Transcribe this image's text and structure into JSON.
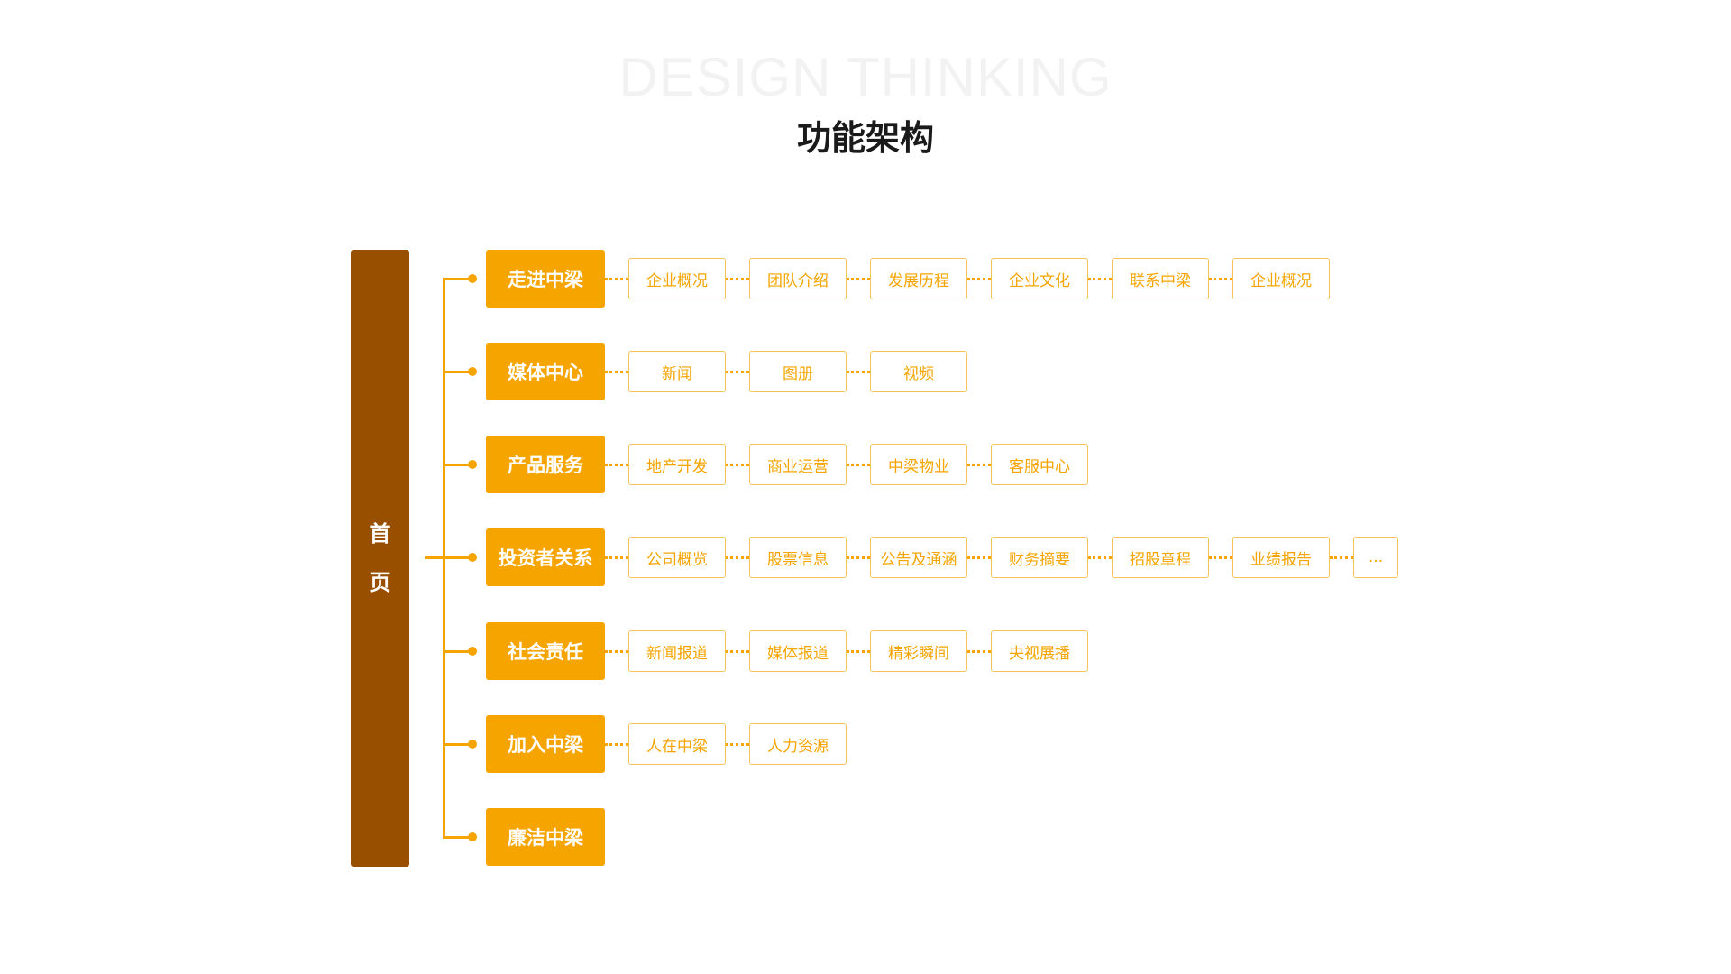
{
  "watermark": "DESIGN THINKING",
  "title": "功能架构",
  "home": [
    "首",
    "页"
  ],
  "colors": {
    "accent": "#f5a400",
    "home": "#994f00"
  },
  "categories": [
    {
      "label": "走进中梁",
      "items": [
        "企业概况",
        "团队介绍",
        "发展历程",
        "企业文化",
        "联系中梁",
        "企业概况"
      ]
    },
    {
      "label": "媒体中心",
      "items": [
        "新闻",
        "图册",
        "视频"
      ]
    },
    {
      "label": "产品服务",
      "items": [
        "地产开发",
        "商业运营",
        "中梁物业",
        "客服中心"
      ]
    },
    {
      "label": "投资者关系",
      "items": [
        "公司概览",
        "股票信息",
        "公告及通涵",
        "财务摘要",
        "招股章程",
        "业绩报告",
        "..."
      ]
    },
    {
      "label": "社会责任",
      "items": [
        "新闻报道",
        "媒体报道",
        "精彩瞬间",
        "央视展播"
      ]
    },
    {
      "label": "加入中梁",
      "items": [
        "人在中梁",
        "人力资源"
      ]
    },
    {
      "label": "廉洁中梁",
      "items": []
    }
  ]
}
